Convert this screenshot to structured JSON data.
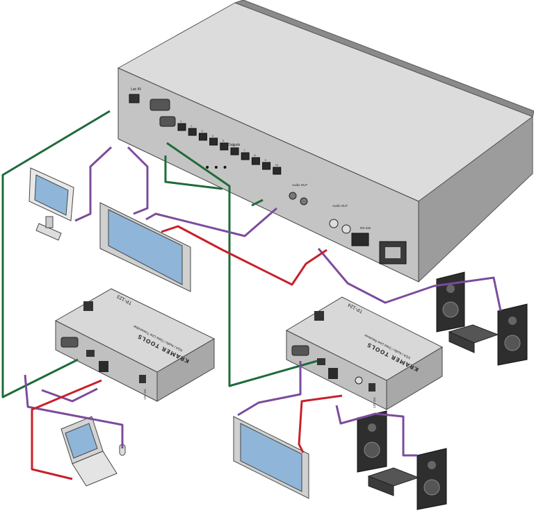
{
  "main_unit": {
    "port_labels": {
      "lan_in": "Lan IN",
      "lan_outputs": "Lan Outputs",
      "audio_out_1": "Audio OUT",
      "audio_out_2": "Audio OUT",
      "rs232": "RS-232",
      "dots": "• • •"
    },
    "output_numbers": [
      "1",
      "2",
      "3",
      "4",
      "5",
      "6",
      "7",
      "8",
      "9",
      "10"
    ]
  },
  "transmitter": {
    "model": "TP-123",
    "brand": "KRAMER TOOLS",
    "description": "XGA / Audio / Data Line Transmitter",
    "power": "12V DC"
  },
  "receiver": {
    "model": "TP-124",
    "brand": "KRAMER TOOLS",
    "description": "XGA / Audio / Data Line Receiver",
    "power": "12V DC"
  },
  "colors": {
    "green_cable": "#1e6b3a",
    "purple_cable": "#7b4b9c",
    "red_cable": "#c8202a",
    "chassis_top": "#d6d6d6",
    "chassis_side": "#b9b9b9",
    "screen": "#8fb6d9"
  },
  "icons": [
    "crt-monitor-icon",
    "flat-panel-display-icon",
    "laptop-icon",
    "speaker-icon",
    "audio-amplifier-icon",
    "mouse-icon"
  ]
}
